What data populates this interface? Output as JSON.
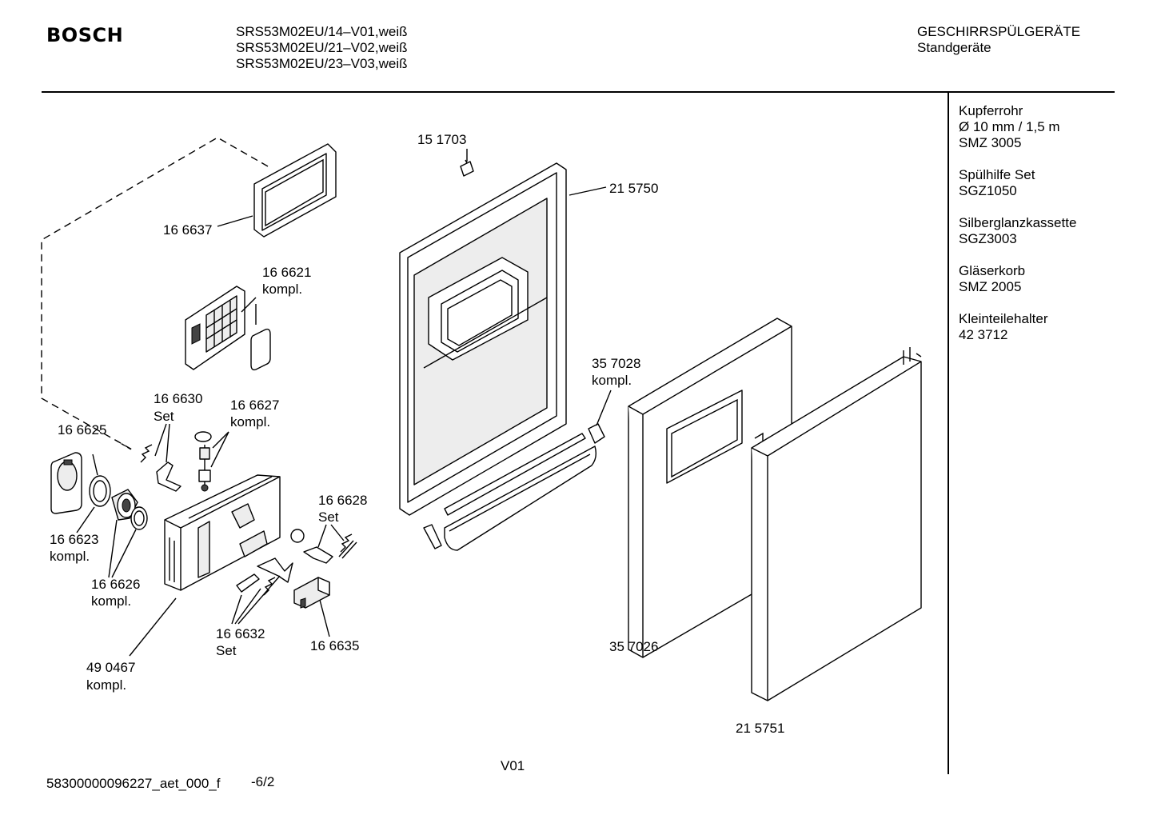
{
  "header": {
    "brand": "BOSCH",
    "models": [
      "SRS53M02EU/14–V01,weiß",
      "SRS53M02EU/21–V02,weiß",
      "SRS53M02EU/23–V03,weiß"
    ],
    "category_line1": "GESCHIRRSPÜLGERÄTE",
    "category_line2": "Standgeräte"
  },
  "accessories": [
    {
      "lines": [
        "Kupferrohr",
        "Ø 10 mm / 1,5 m",
        "SMZ 3005"
      ]
    },
    {
      "lines": [
        "Spülhilfe Set",
        "SGZ1050"
      ]
    },
    {
      "lines": [
        "Silberglanzkassette",
        "SGZ3003"
      ]
    },
    {
      "lines": [
        "Gläserkorb",
        "SMZ 2005"
      ]
    },
    {
      "lines": [
        "Kleinteilehalter",
        "42 3712"
      ]
    }
  ],
  "part_labels": [
    {
      "id": "166637",
      "lines": [
        "16 6637"
      ]
    },
    {
      "id": "166621",
      "lines": [
        "16 6621",
        "kompl."
      ]
    },
    {
      "id": "166630",
      "lines": [
        "16 6630",
        "Set"
      ]
    },
    {
      "id": "166627",
      "lines": [
        "16 6627",
        "kompl."
      ]
    },
    {
      "id": "166625",
      "lines": [
        "16 6625"
      ]
    },
    {
      "id": "166623",
      "lines": [
        "16 6623",
        "kompl."
      ]
    },
    {
      "id": "166626",
      "lines": [
        "16 6626",
        "kompl."
      ]
    },
    {
      "id": "166628",
      "lines": [
        "16 6628",
        "Set"
      ]
    },
    {
      "id": "166632",
      "lines": [
        "16 6632",
        "Set"
      ]
    },
    {
      "id": "166635",
      "lines": [
        "16 6635"
      ]
    },
    {
      "id": "490467",
      "lines": [
        "49 0467",
        "kompl."
      ]
    },
    {
      "id": "151703",
      "lines": [
        "15 1703"
      ]
    },
    {
      "id": "215750",
      "lines": [
        "21 5750"
      ]
    },
    {
      "id": "357028",
      "lines": [
        "35 7028",
        "kompl."
      ]
    },
    {
      "id": "357026",
      "lines": [
        "35 7026"
      ]
    },
    {
      "id": "215751",
      "lines": [
        "21 5751"
      ]
    }
  ],
  "footer": {
    "doc_id": "58300000096227_aet_000_f",
    "sheet": "-6/2",
    "version": "V01"
  }
}
